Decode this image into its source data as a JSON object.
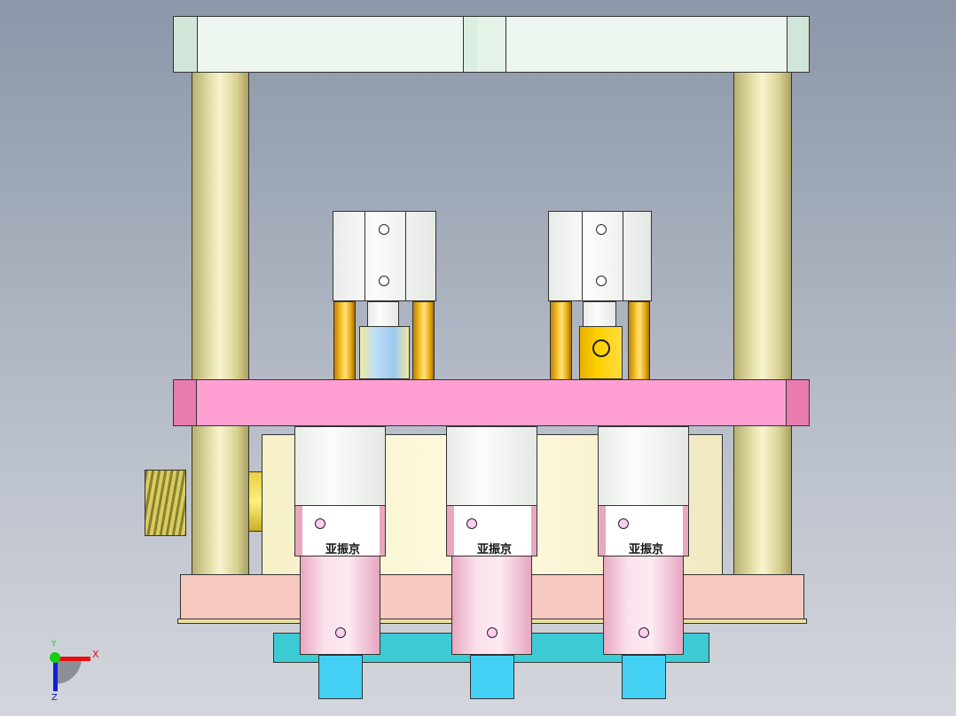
{
  "viewport": {
    "background_top": "#8b96a8",
    "background_bottom": "#d3d6dc"
  },
  "units": [
    {
      "label": "亚振京"
    },
    {
      "label": "亚振京"
    },
    {
      "label": "亚振京"
    }
  ],
  "triad": {
    "x_label": "X",
    "y_label": "Y",
    "z_label": "Z",
    "x_color": "#e81010",
    "y_color": "#10d010",
    "z_color": "#1020d0"
  },
  "colors": {
    "top_plate": "#eef6f0",
    "middle_plate": "#ff9fd2",
    "base_plate": "#f7c9c0",
    "bottom_plate": "#3ccbd4",
    "posts": "#e8e4b0",
    "rods": "#ffcc30"
  }
}
